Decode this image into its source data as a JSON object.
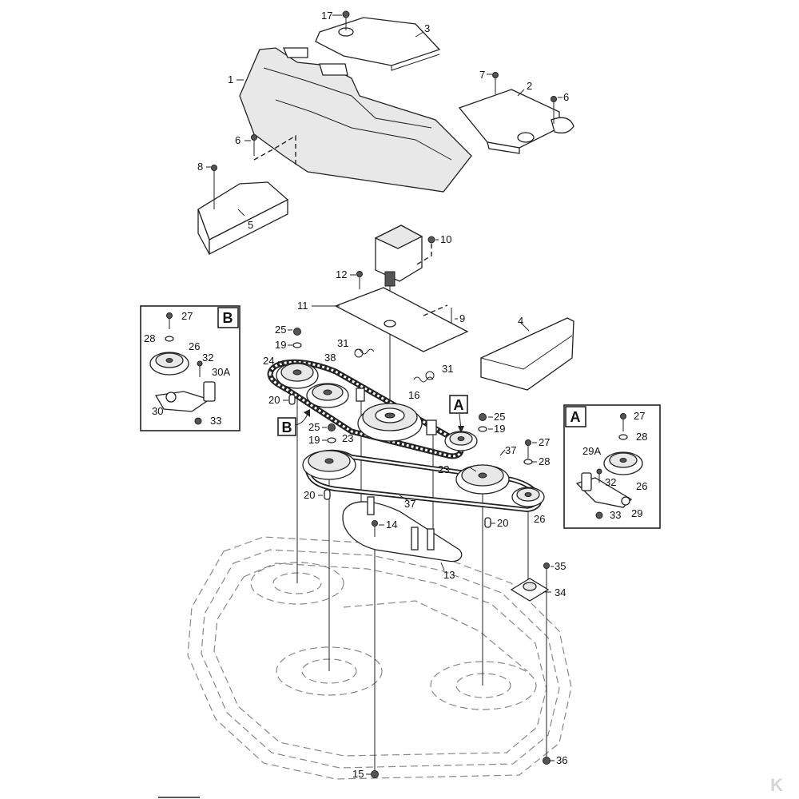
{
  "callouts": {
    "c1": "1",
    "c2": "2",
    "c3": "3",
    "c4": "4",
    "c5": "5",
    "c6a": "6",
    "c6b": "6",
    "c7": "7",
    "c8": "8",
    "c9": "9",
    "c10": "10",
    "c11": "11",
    "c12": "12",
    "c13": "13",
    "c14": "14",
    "c15": "15",
    "c16": "16",
    "c17": "17",
    "c19a": "19",
    "c19b": "19",
    "c19c": "19",
    "c20a": "20",
    "c20b": "20",
    "c20c": "20",
    "c23a": "23",
    "c23b": "23",
    "c24": "24",
    "c25a": "25",
    "c25b": "25",
    "c25c": "25",
    "c26": "26",
    "c31a": "31",
    "c31b": "31",
    "c34": "34",
    "c35": "35",
    "c36": "36",
    "c37a": "37",
    "c37b": "37",
    "c38": "38"
  },
  "detail_a": {
    "title": "A",
    "labels": {
      "l27": "27",
      "l28": "28",
      "l29a": "29A",
      "l32": "32",
      "l26": "26",
      "l33": "33",
      "l29": "29"
    }
  },
  "detail_b": {
    "title": "B",
    "labels": {
      "l27": "27",
      "l28": "28",
      "l26": "26",
      "l32": "32",
      "l30a": "30A",
      "l30": "30",
      "l33": "33"
    }
  },
  "marker_a": "A",
  "marker_b": "B",
  "brand_glyph": "K"
}
